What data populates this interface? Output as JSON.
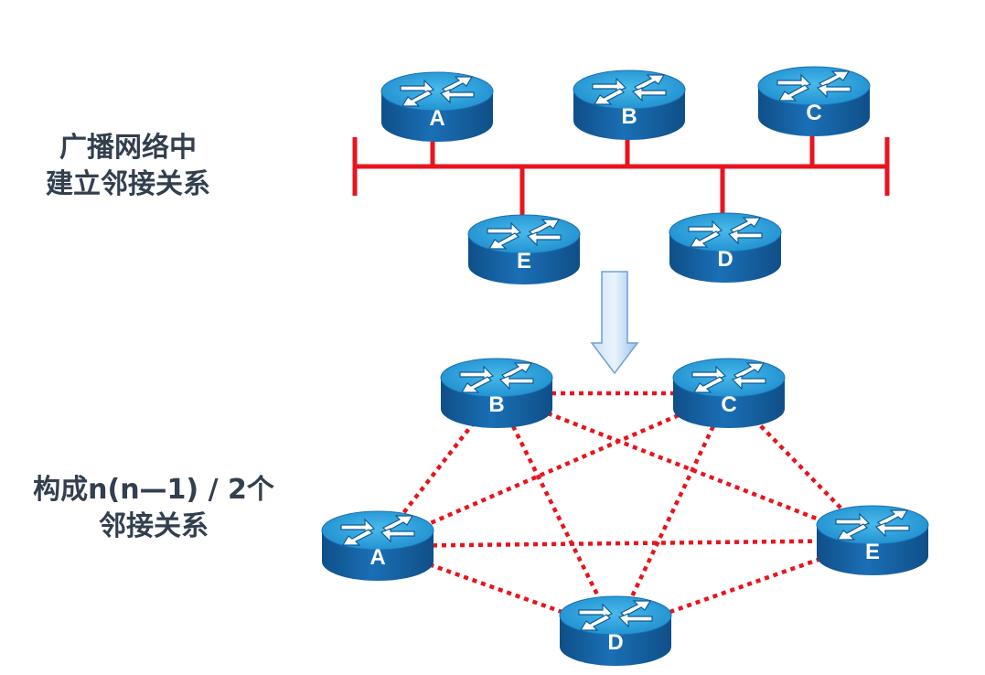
{
  "captions": {
    "broadcast": {
      "line1": "广播网络中",
      "line2": "建立邻接关系"
    },
    "result": {
      "line1": "构成n(n—1) / 2个",
      "line2": "邻接关系"
    }
  },
  "top_network": {
    "routers": [
      "A",
      "B",
      "C",
      "E",
      "D"
    ],
    "bus_color": "#e8141e"
  },
  "bottom_mesh": {
    "routers": [
      "B",
      "C",
      "A",
      "E",
      "D"
    ],
    "link_color": "#e8141e"
  },
  "colors": {
    "router_top": "#2ea0d8",
    "router_body": "#1565a8",
    "arrow_fill": "#a8cdf0"
  }
}
